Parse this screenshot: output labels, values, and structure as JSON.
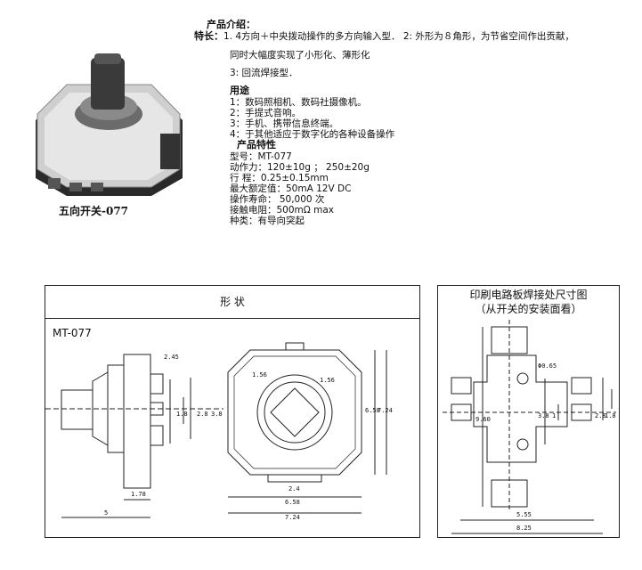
{
  "product": {
    "intro_heading": "产品介绍：",
    "features_label": "特长：",
    "feature_1": "1. 4方向＋中央拨动操作的多方向输入型． 2: 外形为８角形，为节省空间作出贡献，",
    "feature_1_cont": "同时大幅度实现了小形化、薄形化",
    "feature_3": "3:  回流焊接型．",
    "uses_heading": "用途",
    "uses": [
      "1：数码照相机、数码社摄像机。",
      "2：手提式音响。",
      "3：手机、携带信息终端。",
      "4：于其他适应于数字化的各种设备操作"
    ],
    "specs_heading": "产品特性",
    "specs": [
      "型号：MT-077",
      "动作力：120±10g ； 250±20g",
      "行  程：0.25±0.15mm",
      "最大额定值：50mA  12V DC",
      "操作寿命： 50,000 次",
      "接触电阻：500mΩ   max",
      "种类：有导向突起"
    ]
  },
  "photo_caption": "五向开关-077",
  "drawing": {
    "title": "形        状",
    "model": "MT-077",
    "dims": {
      "top_right_small": "2.45",
      "d_1_8": "1.8",
      "d_2_8": "2.8",
      "d_3_8": "3.8",
      "d_1_78": "1.78",
      "d_5": "5",
      "d_1_56a": "1.56",
      "d_1_56b": "1.56",
      "d_6_58v": "6.58",
      "d_7_24v": "7.24",
      "d_2_4": "2.4",
      "d_6_58h": "6.58",
      "d_7_24h": "7.24"
    }
  },
  "pcb": {
    "title_line1": "印刷电路板焊接处尺寸图",
    "title_line2": "（从开关的安装面看）",
    "dims": {
      "hole": "Φ0.65",
      "d_9_60": "9.60",
      "d_3_8": "3.8",
      "d_1": "1",
      "d_2_8": "2.8",
      "d_1_8": "1.8",
      "d_5_55": "5.55",
      "d_8_25": "8.25"
    }
  }
}
